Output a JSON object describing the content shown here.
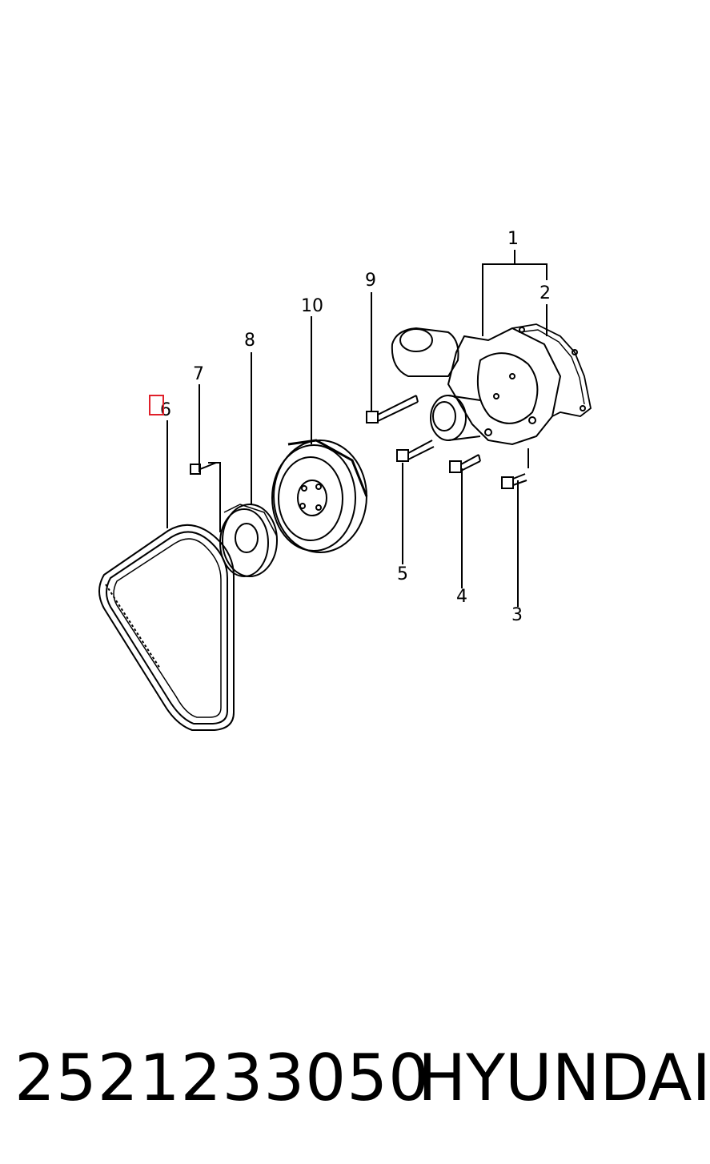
{
  "diagram": {
    "callouts": [
      {
        "id": "1",
        "label": "1"
      },
      {
        "id": "2",
        "label": "2"
      },
      {
        "id": "3",
        "label": "3"
      },
      {
        "id": "4",
        "label": "4"
      },
      {
        "id": "5",
        "label": "5"
      },
      {
        "id": "6",
        "label": "6"
      },
      {
        "id": "7",
        "label": "7"
      },
      {
        "id": "8",
        "label": "8"
      },
      {
        "id": "9",
        "label": "9"
      },
      {
        "id": "10",
        "label": "10"
      }
    ],
    "highlighted_callout": "6",
    "highlight_color": "#e0202a",
    "line_color": "#000000"
  },
  "footer": {
    "part_number": "2521233050",
    "brand": "HYUNDAI"
  }
}
